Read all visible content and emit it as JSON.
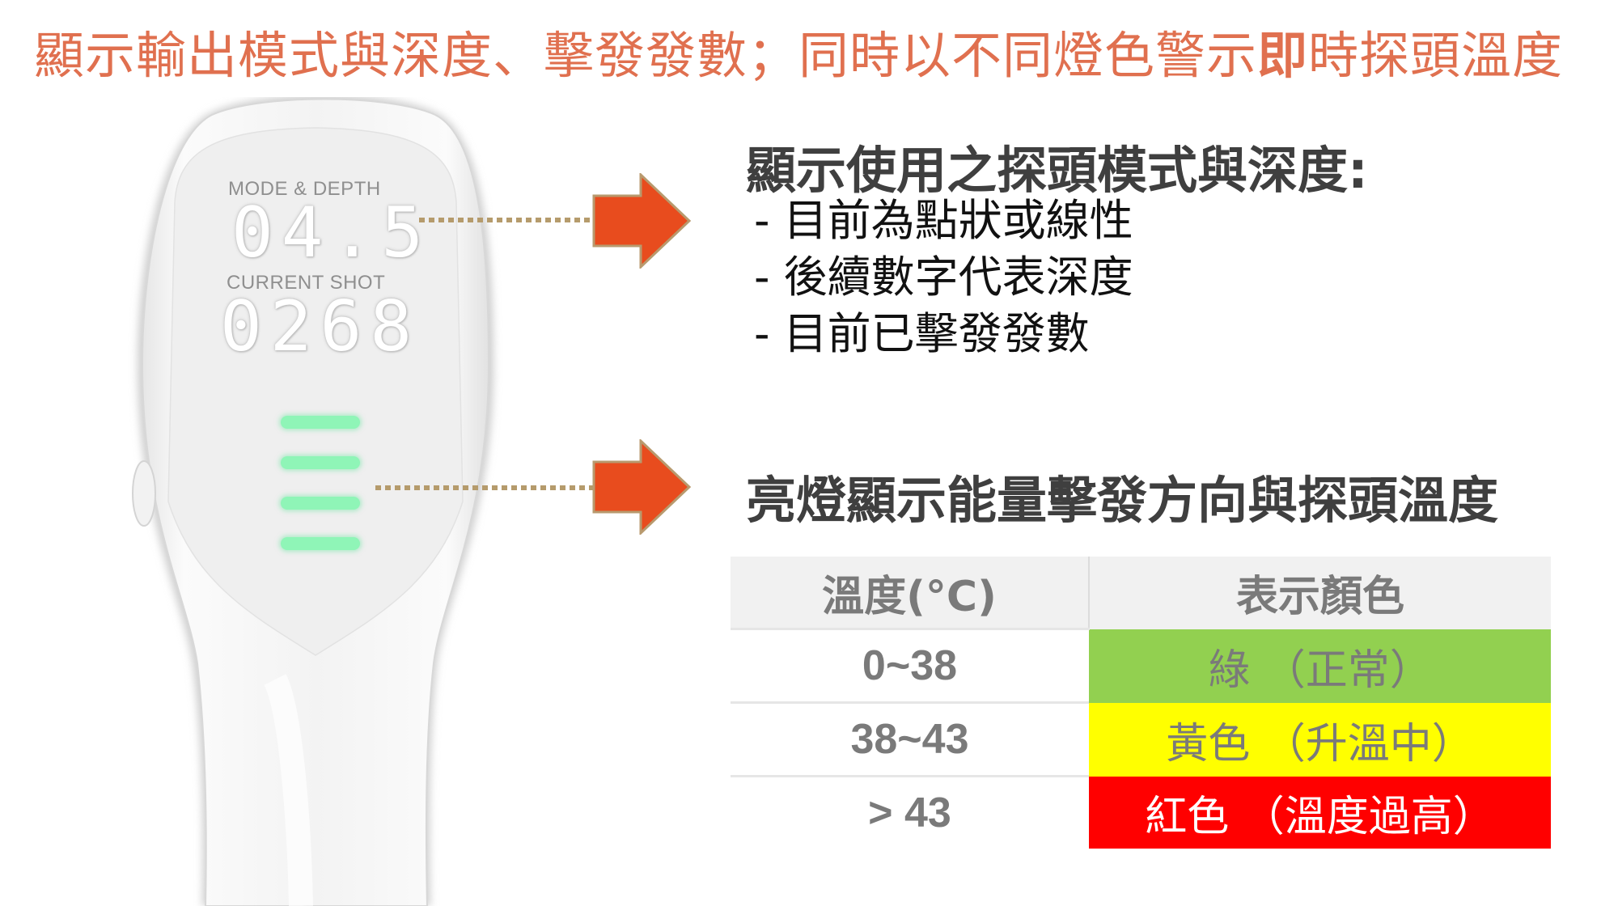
{
  "title": {
    "part1": "顯示輸出模式與深度、擊發發數；同時以不同燈色警示",
    "emphasis": "即",
    "part2": "時探頭溫度"
  },
  "device": {
    "display": {
      "mode_label": "MODE & DEPTH",
      "mode_value": "04.5",
      "shot_label": "CURRENT SHOT",
      "shot_value": "0268"
    },
    "led_bars": [
      {
        "color": "#8ff5b7"
      },
      {
        "color": "#8ff5b7"
      },
      {
        "color": "#8ff5b7"
      },
      {
        "color": "#8ff5b7"
      }
    ]
  },
  "callout_display": {
    "heading": "顯示使用之探頭模式與深度:",
    "bullets": [
      "- 目前為點狀或線性",
      "- 後續數字代表深度",
      "- 目前已擊發發數"
    ]
  },
  "callout_led": {
    "heading": "亮燈顯示能量擊發方向與探頭溫度"
  },
  "arrow_color": "#e84c1e",
  "temperature_table": {
    "headers": [
      "溫度(°C)",
      "表示顏色"
    ],
    "rows": [
      {
        "range": "0~38",
        "indicator": "綠 （正常）",
        "bg": "#92d050",
        "fg": "#7a7a7a"
      },
      {
        "range": "38~43",
        "indicator": "黃色 （升溫中）",
        "bg": "#ffff00",
        "fg": "#7a7a7a"
      },
      {
        "range": "> 43",
        "indicator": "紅色 （溫度過高）",
        "bg": "#ff0000",
        "fg": "#ffffff"
      }
    ]
  }
}
